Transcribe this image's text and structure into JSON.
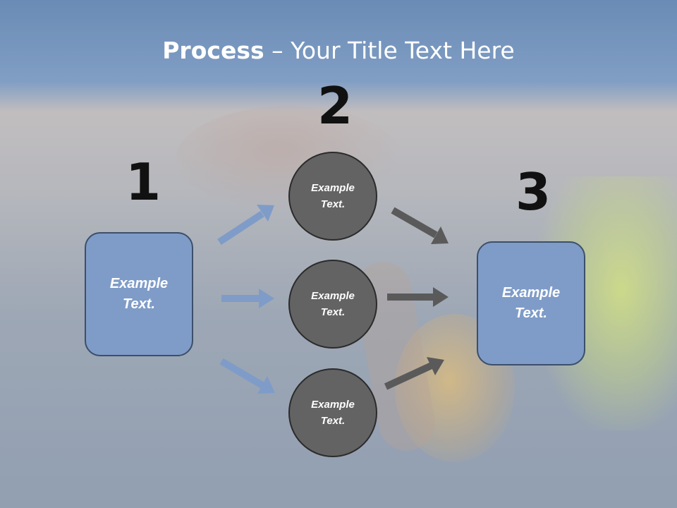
{
  "title": {
    "bold": "Process",
    "rest": " – Your Title Text Here"
  },
  "steps": [
    {
      "number": "1",
      "line1": "Example",
      "line2": "Text."
    },
    {
      "number": "2",
      "circles": [
        {
          "line1": "Example",
          "line2": "Text."
        },
        {
          "line1": "Example",
          "line2": "Text."
        },
        {
          "line1": "Example",
          "line2": "Text."
        }
      ]
    },
    {
      "number": "3",
      "line1": "Example",
      "line2": "Text."
    }
  ],
  "colors": {
    "box_fill": "#7f9cc8",
    "box_border": "#3c4f6b",
    "circle_fill": "#636363",
    "blue_arrow": "#7f9cc8",
    "gray_arrow": "#5a5a5a"
  }
}
